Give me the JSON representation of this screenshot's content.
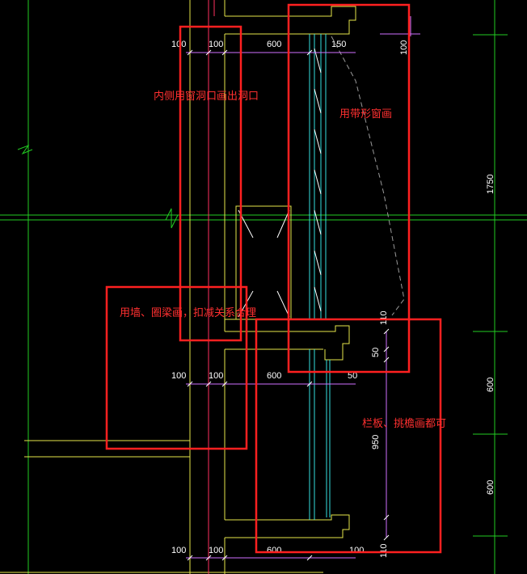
{
  "colors": {
    "background": "#000000",
    "wall": "#e6e64a",
    "glass": "#33e0e0",
    "grid": "#22cc22",
    "dimension": "#d070ff",
    "annotation": "#ff2020",
    "text": "#ffffff",
    "axis_red": "#ff3060"
  },
  "annotations": {
    "inner_window": "内侧用窗洞口画出洞口",
    "strip_window": "用带形窗画",
    "wall_ring_beam": "用墙、圈梁画，扣减关系合理",
    "railing_eave": "栏板、挑檐画都可"
  },
  "dimensions": {
    "top_row": [
      "100",
      "100",
      "600",
      "150"
    ],
    "mid_row": [
      "100",
      "100",
      "600",
      "50"
    ],
    "bottom_row": [
      "100",
      "100",
      "600",
      "100"
    ],
    "right_top": "100",
    "right_1750": "1750",
    "right_600_a": "600",
    "right_600_b": "600",
    "side_110": "110",
    "side_50": "50",
    "side_950": "950",
    "side_110_b": "110"
  }
}
